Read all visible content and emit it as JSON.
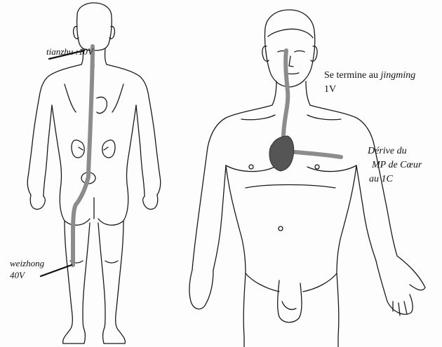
{
  "labels": {
    "tianzhu": "tianzhu :10V",
    "weizhong_name": "weizhong",
    "weizhong_code": "40V",
    "end_prefix": "Se termine au ",
    "end_point": "jingming",
    "end_code": "1V",
    "derive_line1": "Dérive du",
    "derive_line2": "MP de Cœur",
    "derive_line3": "au 1C"
  },
  "colors": {
    "outline": "#1a1a1a",
    "meridian": "#8c8c8c",
    "heart": "#555555"
  }
}
